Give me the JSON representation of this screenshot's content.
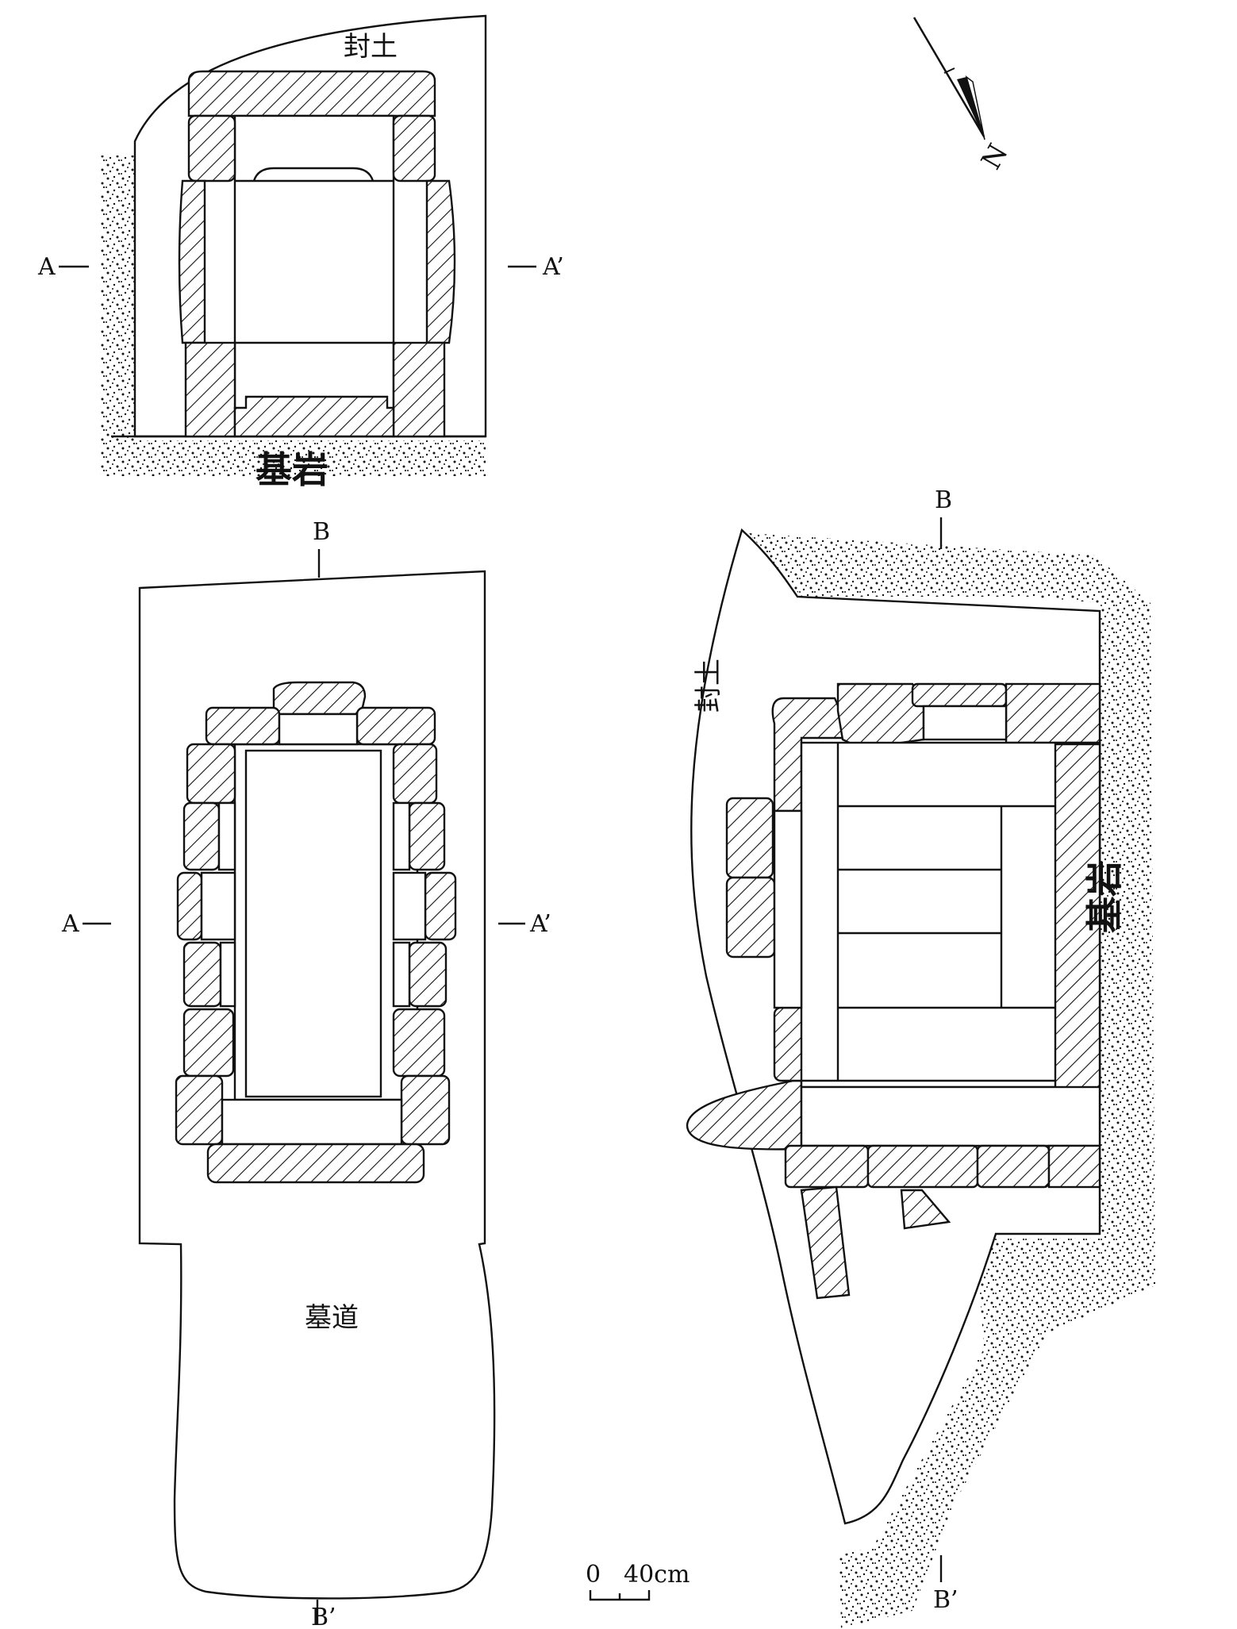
{
  "north": {
    "label": "N"
  },
  "section_a": {
    "soil_label": "封土",
    "bedrock_label": "基岩",
    "left_marker": "A",
    "right_marker": "A’"
  },
  "plan": {
    "top_marker": "B",
    "bottom_marker": "B’",
    "left_marker": "A",
    "right_marker": "A’",
    "passage_label": "墓道"
  },
  "section_b": {
    "top_marker": "B",
    "bottom_marker": "B’",
    "soil_label": "封土",
    "bedrock_label": "基岩"
  },
  "scale": {
    "zero": "0",
    "value": "40cm"
  }
}
